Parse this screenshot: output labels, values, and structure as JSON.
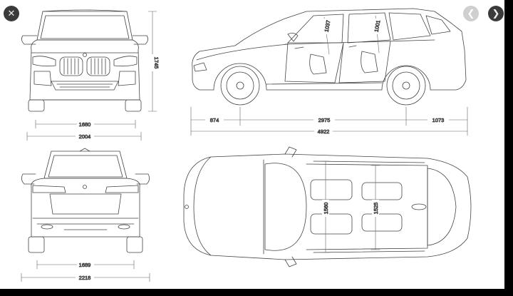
{
  "viewer": {
    "close_glyph": "✕",
    "prev_glyph": "❮",
    "next_glyph": "❯",
    "close_icon": "close-icon",
    "prev_icon": "chevron-left-icon",
    "next_icon": "chevron-right-icon"
  },
  "dimensions": {
    "front_height": "1745",
    "front_track": "1680",
    "front_width": "2004",
    "front_overhang": "874",
    "wheelbase": "2975",
    "rear_overhang": "1073",
    "overall_length": "4922",
    "front_headroom": "1037",
    "rear_headroom": "1001",
    "rear_track": "1689",
    "rear_width": "2218",
    "front_shoulder": "1560",
    "rear_shoulder": "1525"
  }
}
